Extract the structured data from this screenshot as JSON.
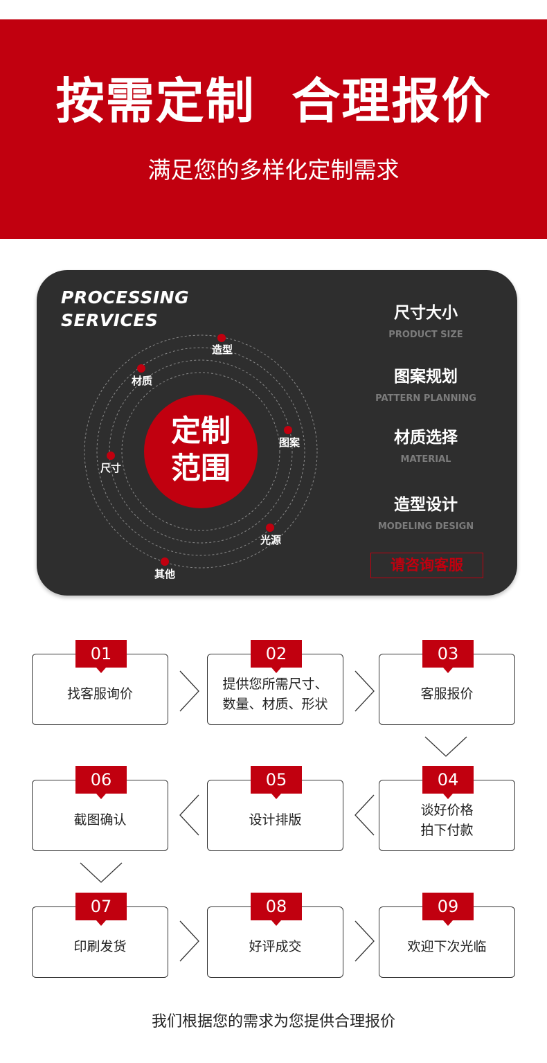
{
  "banner": {
    "title": "按需定制  合理报价",
    "subtitle": "满足您的多样化定制需求"
  },
  "panel": {
    "heading_line1": "PROCESSING",
    "heading_line2": "SERVICES",
    "center_line1": "定制",
    "center_line2": "范围",
    "orbit_labels": {
      "shape": "造型",
      "material": "材质",
      "pattern": "图案",
      "size": "尺寸",
      "light": "光源",
      "other": "其他"
    },
    "services": [
      {
        "title": "尺寸大小",
        "subtitle": "PRODUCT SIZE"
      },
      {
        "title": "图案规划",
        "subtitle": "PATTERN PLANNING"
      },
      {
        "title": "材质选择",
        "subtitle": "MATERIAL"
      },
      {
        "title": "造型设计",
        "subtitle": "MODELING DESIGN"
      }
    ],
    "consult_label": "请咨询客服",
    "accent_color": "#c1000f"
  },
  "steps": [
    {
      "num": "01",
      "text": "找客服询价"
    },
    {
      "num": "02",
      "text": "提供您所需尺寸、\n数量、材质、形状"
    },
    {
      "num": "03",
      "text": "客服报价"
    },
    {
      "num": "04",
      "text": "谈好价格\n拍下付款"
    },
    {
      "num": "05",
      "text": "设计排版"
    },
    {
      "num": "06",
      "text": "截图确认"
    },
    {
      "num": "07",
      "text": "印刷发货"
    },
    {
      "num": "08",
      "text": "好评成交"
    },
    {
      "num": "09",
      "text": "欢迎下次光临"
    }
  ],
  "footer": {
    "text": "我们根据您的需求为您提供合理报价"
  },
  "icons": {
    "arrow_right": "chevron-right-icon",
    "arrow_left": "chevron-left-icon",
    "arrow_down": "chevron-down-icon"
  }
}
